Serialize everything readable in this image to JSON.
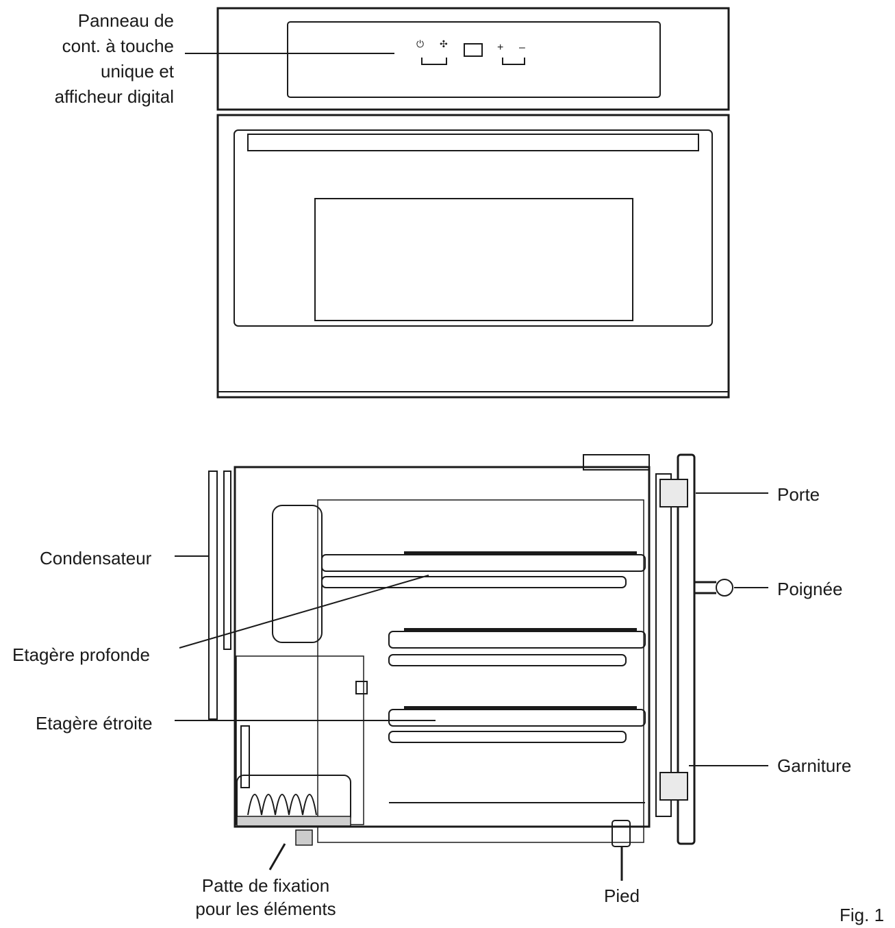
{
  "labels": {
    "control_panel": "Panneau de\ncont. à touche\nunique et\nafficheur digital",
    "condenser": "Condensateur",
    "deep_shelf": "Etagère profonde",
    "narrow_shelf": "Etagère étroite",
    "mounting_bracket": "Patte de fixation\npour les éléments",
    "foot": "Pied",
    "door": "Porte",
    "handle": "Poignée",
    "gasket": "Garniture",
    "figure": "Fig. 1"
  },
  "panel_symbols": {
    "power": "⏻",
    "fan": "✣",
    "plus": "+",
    "minus": "–"
  }
}
